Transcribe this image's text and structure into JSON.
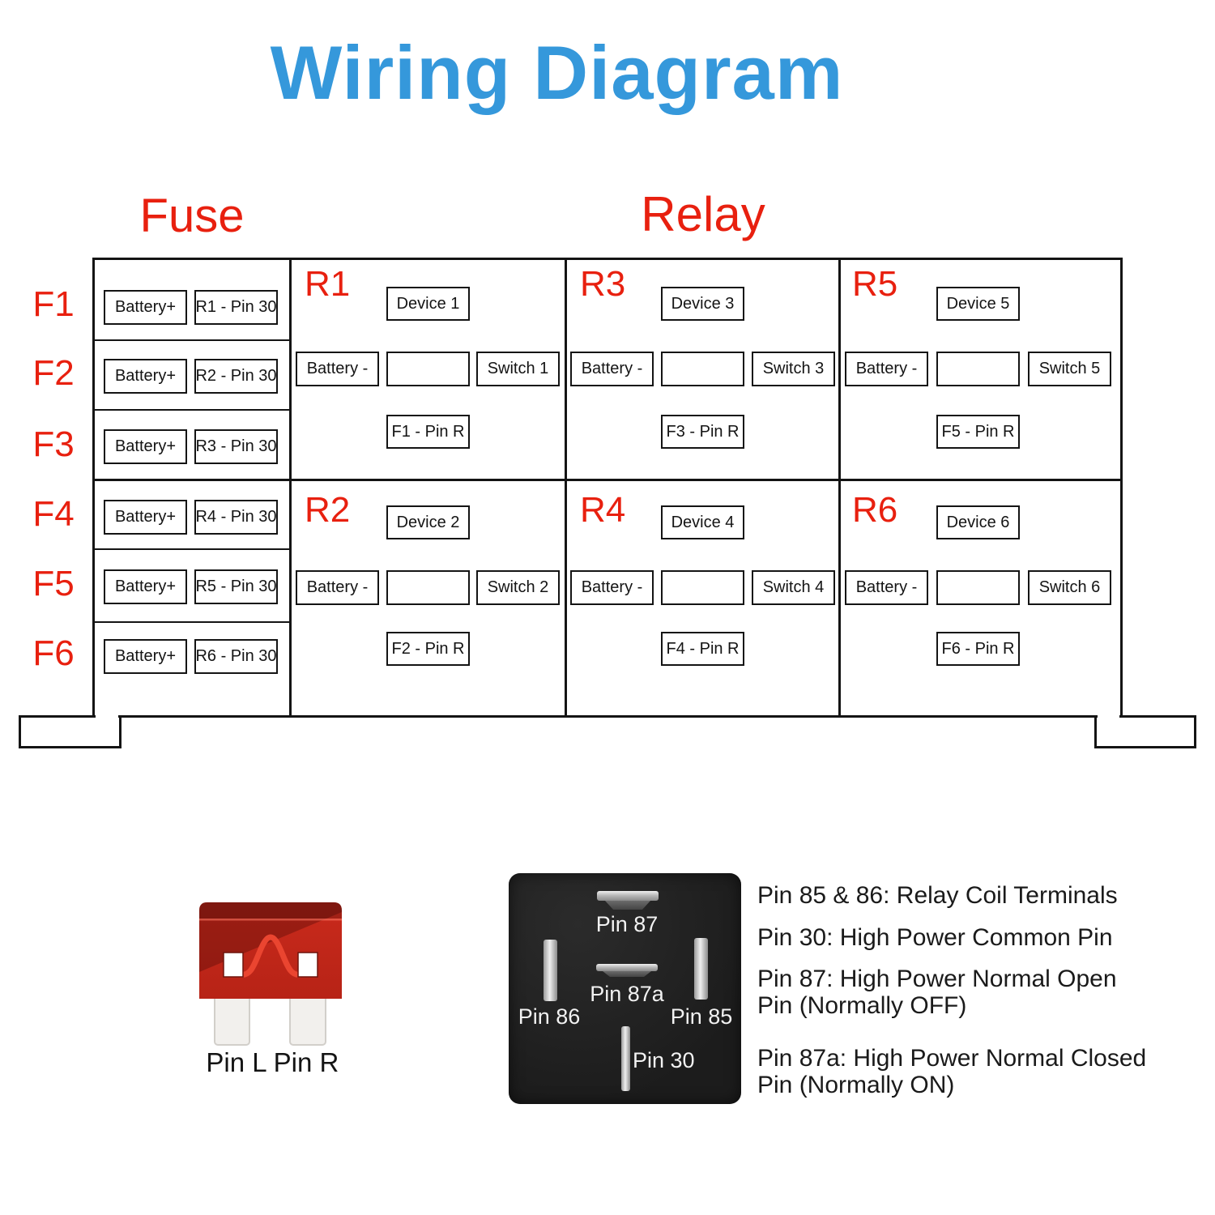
{
  "title": "Wiring Diagram",
  "colors": {
    "title_blue": "#3598db",
    "accent_red": "#e8200f",
    "line_black": "#141414",
    "fuse_body_red": "#c5281b",
    "relay_photo_black": "#1f1f1f"
  },
  "headers": {
    "fuse": "Fuse",
    "relay": "Relay"
  },
  "fuse": {
    "rows": [
      {
        "label": "F1",
        "battery": "Battery+",
        "pin": "R1 - Pin 30"
      },
      {
        "label": "F2",
        "battery": "Battery+",
        "pin": "R2 - Pin 30"
      },
      {
        "label": "F3",
        "battery": "Battery+",
        "pin": "R3 - Pin 30"
      },
      {
        "label": "F4",
        "battery": "Battery+",
        "pin": "R4 - Pin 30"
      },
      {
        "label": "F5",
        "battery": "Battery+",
        "pin": "R5 - Pin 30"
      },
      {
        "label": "F6",
        "battery": "Battery+",
        "pin": "R6 - Pin 30"
      }
    ]
  },
  "relay": {
    "cells": [
      {
        "label": "R1",
        "device": "Device 1",
        "battery": "Battery -",
        "switch": "Switch 1",
        "fuse_pin": "F1 - Pin R"
      },
      {
        "label": "R3",
        "device": "Device 3",
        "battery": "Battery -",
        "switch": "Switch 3",
        "fuse_pin": "F3 - Pin R"
      },
      {
        "label": "R5",
        "device": "Device 5",
        "battery": "Battery -",
        "switch": "Switch 5",
        "fuse_pin": "F5 - Pin R"
      },
      {
        "label": "R2",
        "device": "Device 2",
        "battery": "Battery -",
        "switch": "Switch 2",
        "fuse_pin": "F2 - Pin R"
      },
      {
        "label": "R4",
        "device": "Device 4",
        "battery": "Battery -",
        "switch": "Switch 4",
        "fuse_pin": "F4 - Pin R"
      },
      {
        "label": "R6",
        "device": "Device 6",
        "battery": "Battery -",
        "switch": "Switch 6",
        "fuse_pin": "F6 - Pin R"
      }
    ]
  },
  "fuse_legend": {
    "pin_left": "Pin L",
    "pin_right": "Pin R"
  },
  "relay_pinout": {
    "top": "Pin 87",
    "middle": "Pin 87a",
    "left": "Pin 86",
    "right": "Pin 85",
    "bottom": "Pin 30"
  },
  "notes": [
    {
      "line1": "Pin 85 & 86: Relay Coil Terminals",
      "line2": ""
    },
    {
      "line1": "Pin 30: High Power Common Pin",
      "line2": ""
    },
    {
      "line1": "Pin 87: High Power Normal Open",
      "line2": "Pin (Normally OFF)"
    },
    {
      "line1": "Pin 87a: High Power Normal Closed",
      "line2": "Pin (Normally ON)"
    }
  ]
}
